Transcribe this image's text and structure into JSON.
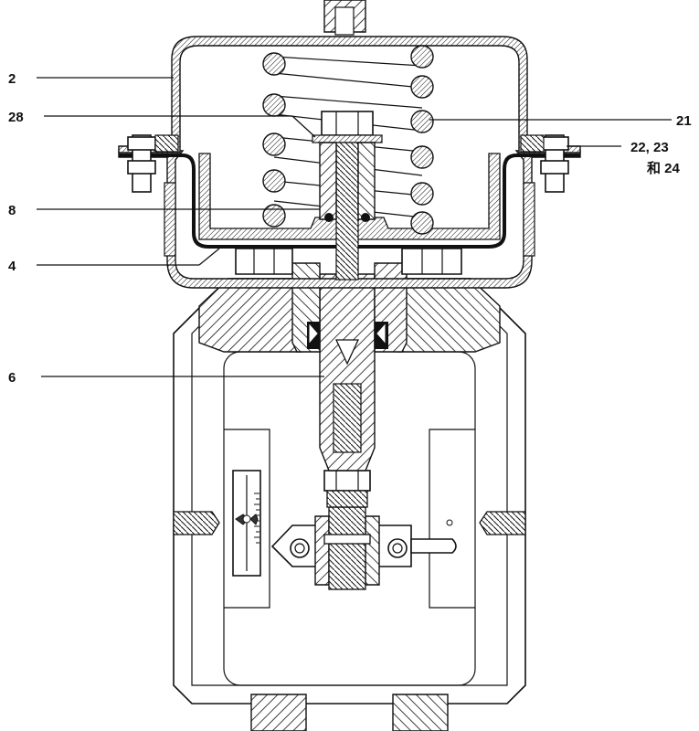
{
  "diagram": {
    "type": "cross-section drawing of spring-return diaphragm actuator",
    "callouts": [
      {
        "id": "c2",
        "label": "2"
      },
      {
        "id": "c28",
        "label": "28"
      },
      {
        "id": "c8",
        "label": "8"
      },
      {
        "id": "c4",
        "label": "4"
      },
      {
        "id": "c6",
        "label": "6"
      },
      {
        "id": "c21",
        "label": "21"
      },
      {
        "id": "c22",
        "label": "22, 23"
      },
      {
        "id": "c24",
        "label": "和 24"
      }
    ]
  }
}
